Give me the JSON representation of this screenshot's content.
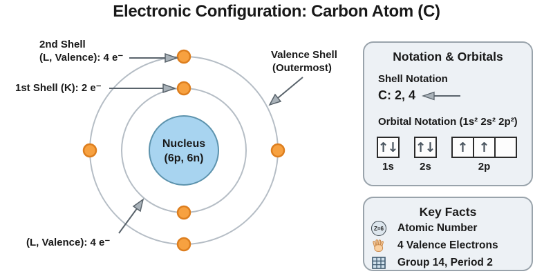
{
  "title": "Electronic Configuration: Carbon Atom (C)",
  "atom": {
    "nucleus_line1": "Nucleus",
    "nucleus_line2": "(6p, 6n)",
    "labels": {
      "shell2_line1": "2nd Shell",
      "shell2_line2": "(L, Valence): 4 e⁻",
      "shell1": "1st Shell (K): 2 e⁻",
      "valence_line1": "Valence Shell",
      "valence_line2": "(Outermost)",
      "valence_bottom": "(L, Valence): 4 e⁻"
    },
    "shells": [
      {
        "name": "K",
        "radius": 90,
        "electron_angles": [
          0,
          180
        ]
      },
      {
        "name": "L",
        "radius": 136,
        "electron_angles": [
          0,
          90,
          180,
          270
        ]
      }
    ],
    "colors": {
      "electron_fill": "#F7A140",
      "electron_stroke": "#DD7E1E",
      "nucleus_fill": "#A8D4F0",
      "nucleus_stroke": "#5D93AD",
      "orbit_stroke": "#B5BDC5"
    }
  },
  "notation_panel": {
    "title": "Notation & Orbitals",
    "shell_notation_heading": "Shell Notation",
    "shell_notation_value": "C: 2, 4",
    "orbital_heading": "Orbital Notation (1s² 2s² 2p²)",
    "orbitals": [
      {
        "label": "1s",
        "boxes": [
          [
            "up",
            "down"
          ]
        ]
      },
      {
        "label": "2s",
        "boxes": [
          [
            "up",
            "down"
          ]
        ]
      },
      {
        "label": "2p",
        "boxes": [
          [
            "up"
          ],
          [
            "up"
          ],
          []
        ]
      }
    ]
  },
  "key_facts_panel": {
    "title": "Key Facts",
    "items": [
      {
        "icon": "atomic-number-icon",
        "badge_text": "Z=6",
        "label": "Atomic Number"
      },
      {
        "icon": "hand-icon",
        "label": "4 Valence Electrons"
      },
      {
        "icon": "periodic-table-icon",
        "label": "Group 14, Period 2"
      }
    ]
  }
}
